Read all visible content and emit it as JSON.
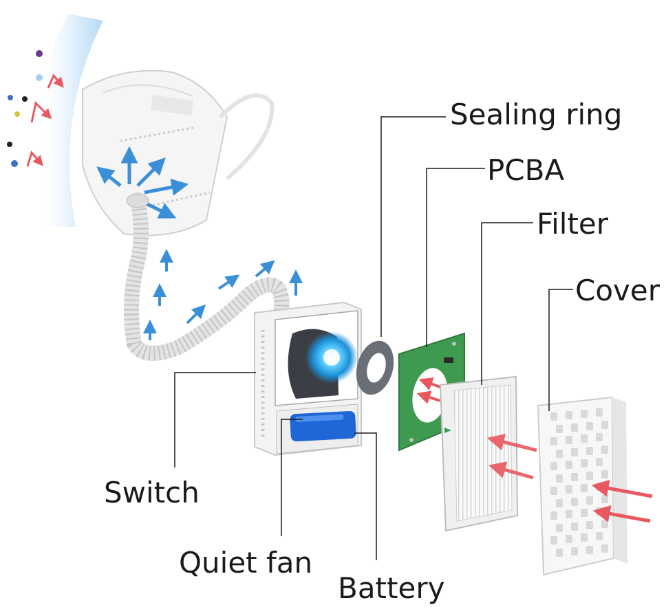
{
  "labels": {
    "sealing_ring": "Sealing ring",
    "pcba": "PCBA",
    "filter": "Filter",
    "cover": "Cover",
    "switch": "Switch",
    "quiet_fan": "Quiet fan",
    "battery": "Battery"
  },
  "colors": {
    "leader_line": "#1a1a1a",
    "clean_air_arrow": "#3a8fd8",
    "intake_arrow": "#e8585e",
    "pcb_green": "#3e9a4e",
    "battery_blue": "#1f66d6",
    "fan_glow": "#38b8f2",
    "housing": "#f3f3f3"
  },
  "icons": [
    "mask-illustration",
    "hose-illustration",
    "fan-unit-illustration",
    "sealing-ring-illustration",
    "pcb-illustration",
    "filter-illustration",
    "cover-illustration",
    "battery-illustration",
    "particle-icon"
  ]
}
